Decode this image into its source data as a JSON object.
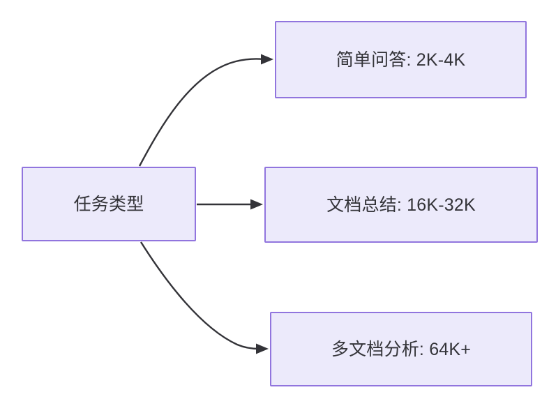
{
  "diagram": {
    "type": "flowchart",
    "direction": "left-to-right",
    "background_color": "#ffffff",
    "node_fill_color": "#ECEAFB",
    "node_border_color": "#9175DE",
    "node_text_color": "#333338",
    "edge_color": "#333338",
    "root": {
      "id": "root",
      "label": "任务类型"
    },
    "branches": [
      {
        "id": "simple-qa",
        "label": "简单问答: 2K-4K",
        "task": "简单问答",
        "range": "2K-4K",
        "edge_style": "curved"
      },
      {
        "id": "doc-summary",
        "label": "文档总结: 16K-32K",
        "task": "文档总结",
        "range": "16K-32K",
        "edge_style": "straight"
      },
      {
        "id": "multi-doc",
        "label": "多文档分析: 64K+",
        "task": "多文档分析",
        "range": "64K+",
        "edge_style": "curved"
      }
    ]
  }
}
